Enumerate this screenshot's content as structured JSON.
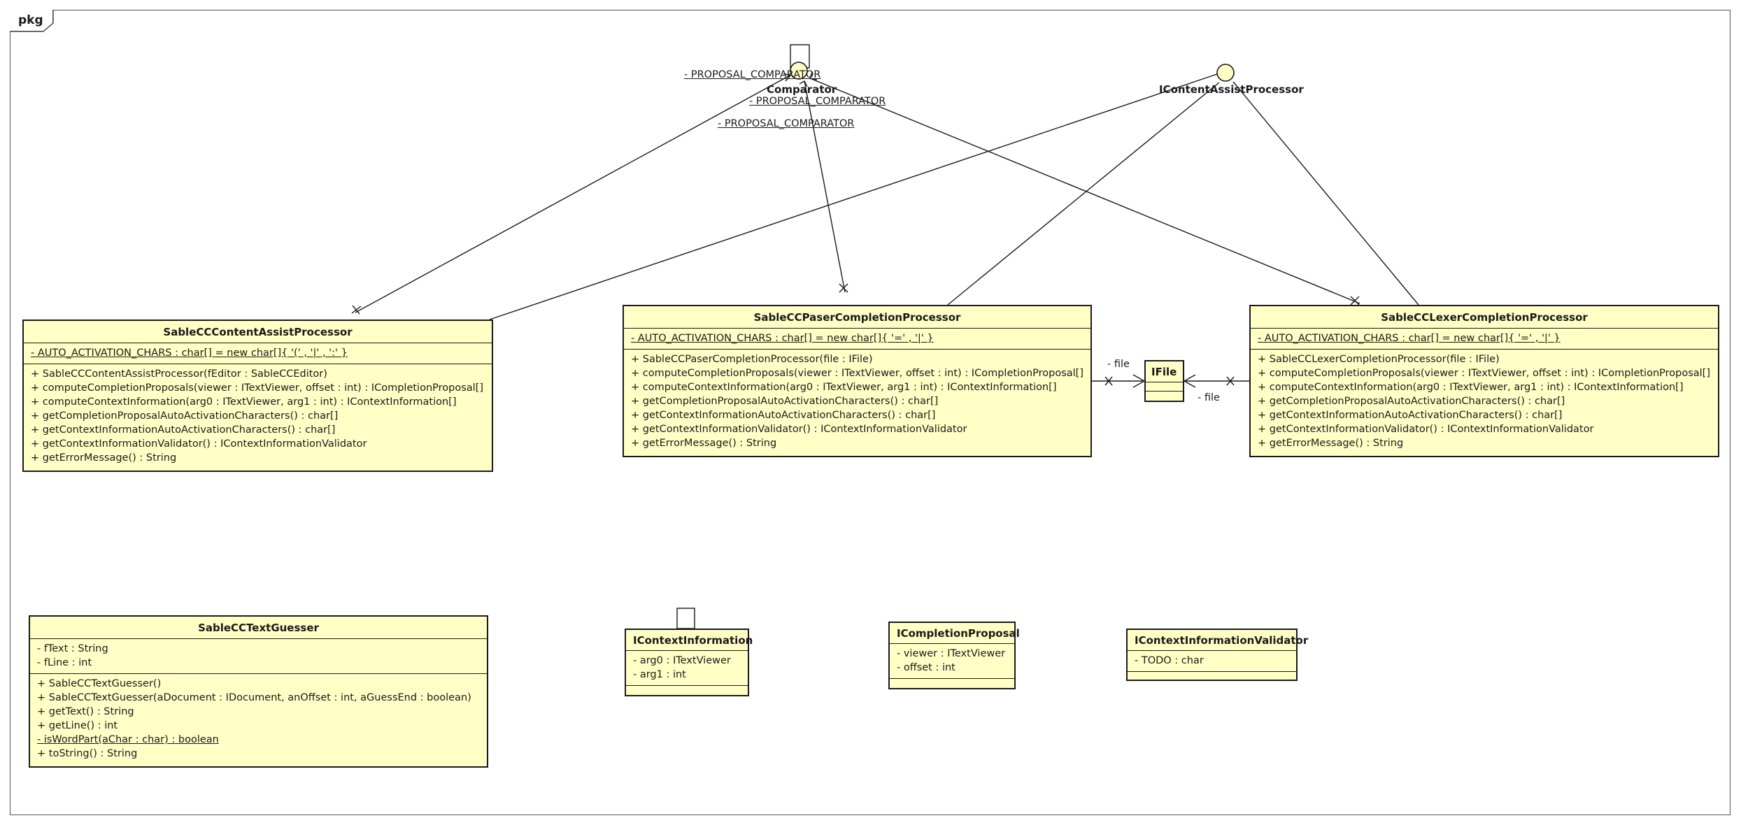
{
  "diagram": {
    "frame_label": "pkg",
    "interfaces": {
      "comparator": "Comparator",
      "content_assist": "IContentAssistProcessor"
    },
    "edge_labels": {
      "proposal_comparator_1": "- PROPOSAL_COMPARATOR",
      "proposal_comparator_2": "- PROPOSAL_COMPARATOR",
      "proposal_comparator_3": "- PROPOSAL_COMPARATOR",
      "file_1": "- file",
      "file_2": "- file"
    },
    "classes": {
      "content_assist_processor": {
        "name": "SableCCContentAssistProcessor",
        "attributes": [
          "- AUTO_ACTIVATION_CHARS : char[] = new char[]{ '(' , '|' , ':' }"
        ],
        "operations": [
          "+ SableCCContentAssistProcessor(fEditor : SableCCEditor)",
          "+ computeCompletionProposals(viewer : ITextViewer, offset : int) : ICompletionProposal[]",
          "+ computeContextInformation(arg0 : ITextViewer, arg1 : int) : IContextInformation[]",
          "+ getCompletionProposalAutoActivationCharacters() : char[]",
          "+ getContextInformationAutoActivationCharacters() : char[]",
          "+ getContextInformationValidator() : IContextInformationValidator",
          "+ getErrorMessage() : String"
        ]
      },
      "paser_completion_processor": {
        "name": "SableCCPaserCompletionProcessor",
        "attributes": [
          "- AUTO_ACTIVATION_CHARS : char[] = new char[]{ '=' , '|' }"
        ],
        "operations": [
          "+ SableCCPaserCompletionProcessor(file : IFile)",
          "+ computeCompletionProposals(viewer : ITextViewer, offset : int) : ICompletionProposal[]",
          "+ computeContextInformation(arg0 : ITextViewer, arg1 : int) : IContextInformation[]",
          "+ getCompletionProposalAutoActivationCharacters() : char[]",
          "+ getContextInformationAutoActivationCharacters() : char[]",
          "+ getContextInformationValidator() : IContextInformationValidator",
          "+ getErrorMessage() : String"
        ]
      },
      "lexer_completion_processor": {
        "name": "SableCCLexerCompletionProcessor",
        "attributes": [
          "- AUTO_ACTIVATION_CHARS : char[] = new char[]{ '=' , '|' }"
        ],
        "operations": [
          "+ SableCCLexerCompletionProcessor(file : IFile)",
          "+ computeCompletionProposals(viewer : ITextViewer, offset : int) : ICompletionProposal[]",
          "+ computeContextInformation(arg0 : ITextViewer, arg1 : int) : IContextInformation[]",
          "+ getCompletionProposalAutoActivationCharacters() : char[]",
          "+ getContextInformationAutoActivationCharacters() : char[]",
          "+ getContextInformationValidator() : IContextInformationValidator",
          "+ getErrorMessage() : String"
        ]
      },
      "ifile": {
        "name": "IFile"
      },
      "text_guesser": {
        "name": "SableCCTextGuesser",
        "attributes": [
          "- fText : String",
          "- fLine : int"
        ],
        "operations": [
          "+ SableCCTextGuesser()",
          "+ SableCCTextGuesser(aDocument : IDocument, anOffset : int, aGuessEnd : boolean)",
          "+ getText() : String",
          "+ getLine() : int",
          "- isWordPart(aChar : char) : boolean",
          "+ toString() : String"
        ]
      },
      "context_information": {
        "name": "IContextInformation",
        "attributes": [
          "- arg0 : ITextViewer",
          "- arg1 : int"
        ]
      },
      "completion_proposal": {
        "name": "ICompletionProposal",
        "attributes": [
          "- viewer : ITextViewer",
          "- offset : int"
        ]
      },
      "context_information_validator": {
        "name": "IContextInformationValidator",
        "attributes": [
          "- TODO : char"
        ]
      }
    }
  }
}
